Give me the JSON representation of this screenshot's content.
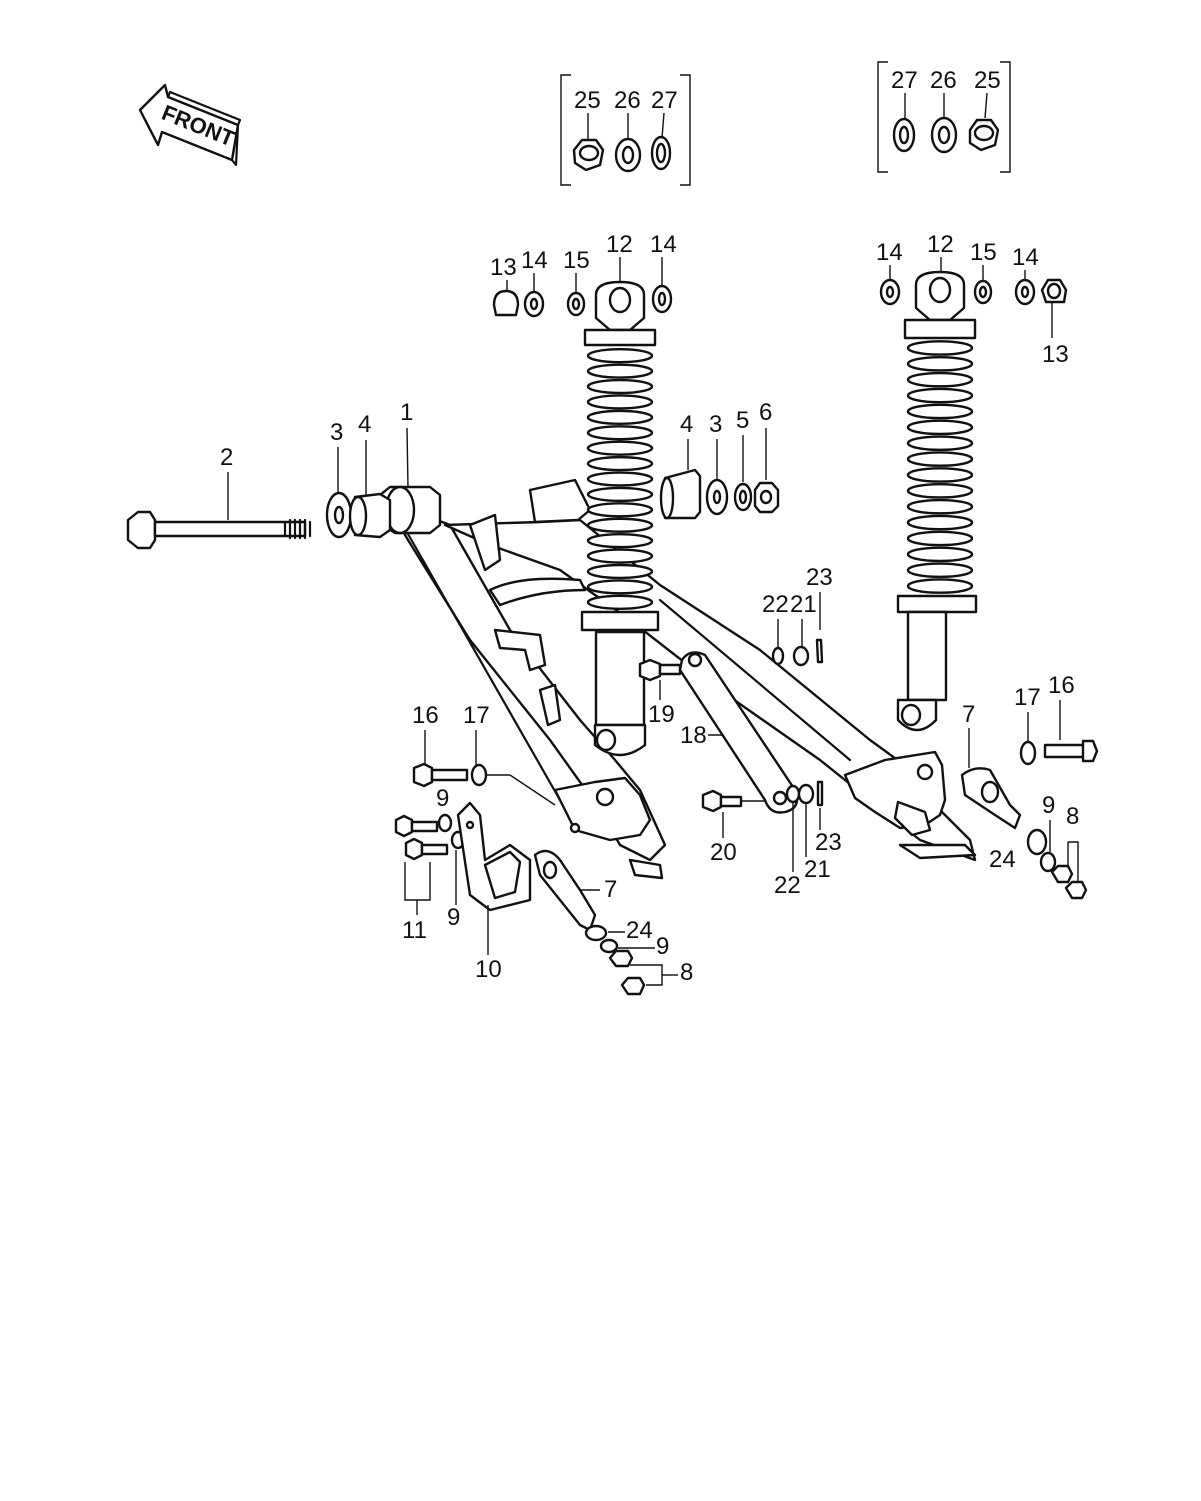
{
  "front_label": "FRONT",
  "callouts": {
    "box_left": [
      "25",
      "26",
      "27"
    ],
    "box_right": [
      "27",
      "26",
      "25"
    ],
    "upper_left": [
      "13",
      "14",
      "15",
      "12",
      "14"
    ],
    "upper_right": [
      "14",
      "12",
      "15",
      "14",
      "13"
    ],
    "pivot_left": [
      "2",
      "3",
      "4",
      "1"
    ],
    "pivot_right": [
      "4",
      "3",
      "5",
      "6"
    ],
    "mid": [
      "23",
      "22",
      "21",
      "19",
      "18",
      "7",
      "17",
      "16"
    ],
    "lower_left": [
      "16",
      "17",
      "9",
      "9",
      "11",
      "10",
      "7",
      "24",
      "9",
      "8"
    ],
    "lower_mid": [
      "20",
      "23",
      "22",
      "21"
    ],
    "lower_right": [
      "24",
      "9",
      "8"
    ]
  }
}
